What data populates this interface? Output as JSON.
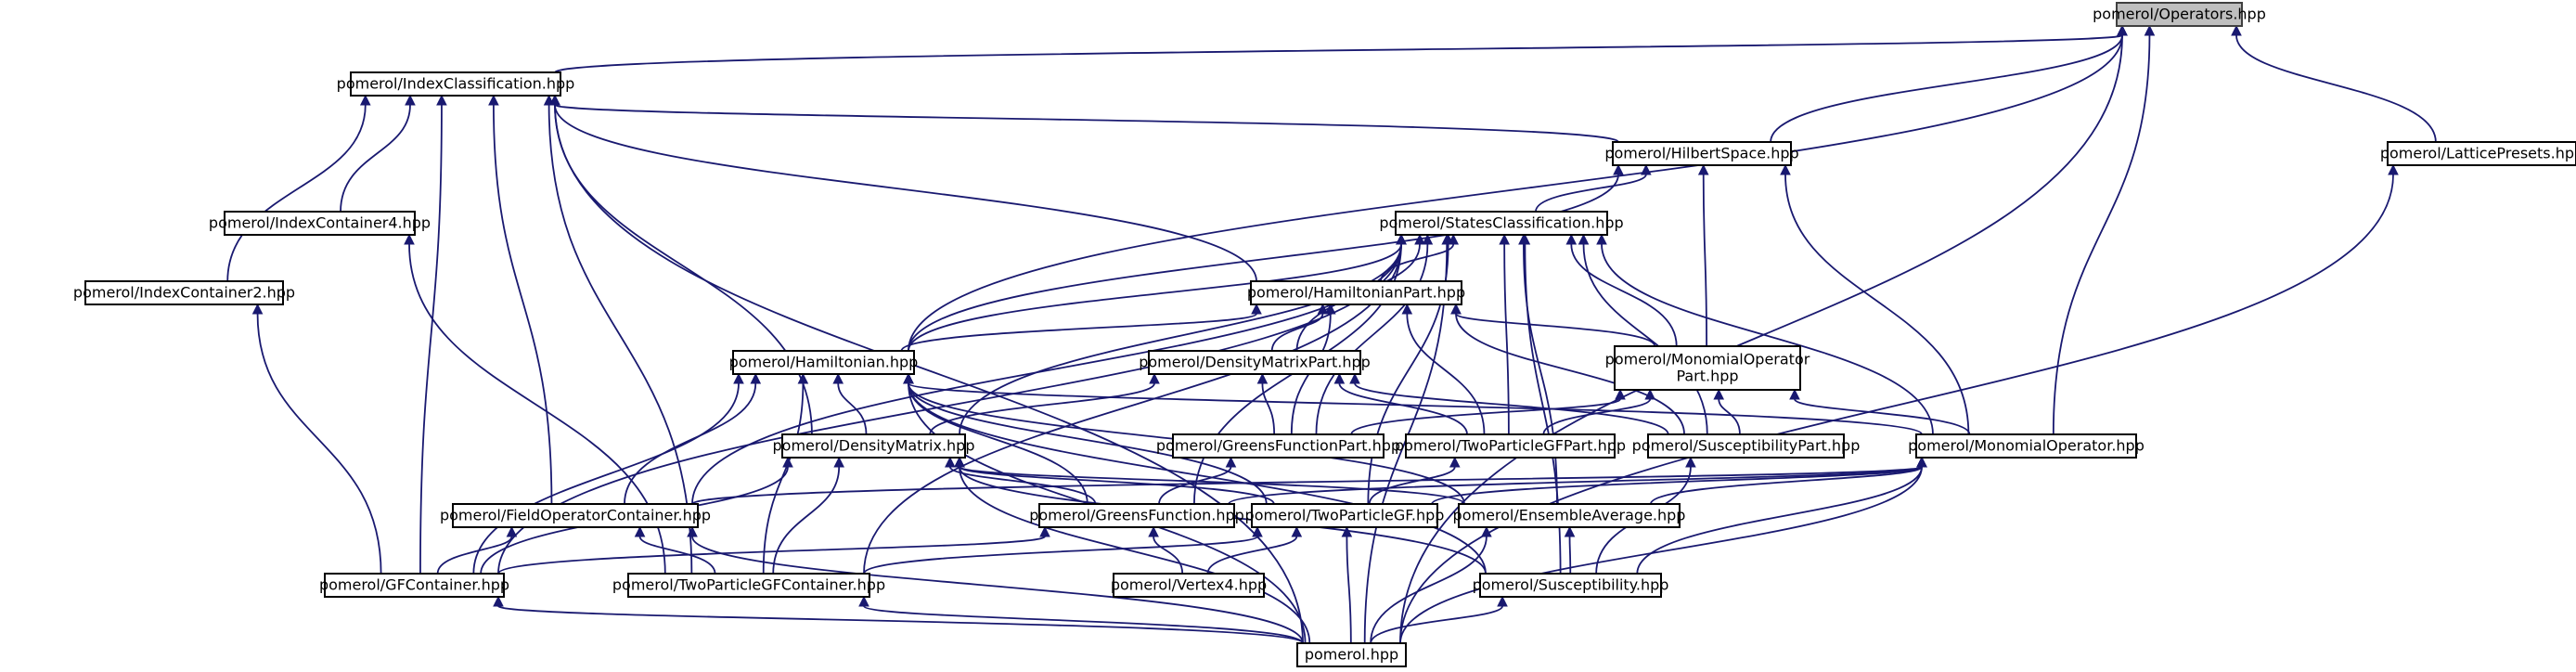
{
  "graph": {
    "edge_color": "#191970",
    "root_fill": "#bfbfbf",
    "nodes": {
      "operators": [
        "pomerol/Operators.hpp"
      ],
      "indexclassification": [
        "pomerol/IndexClassification.hpp"
      ],
      "hilbertspace": [
        "pomerol/HilbertSpace.hpp"
      ],
      "latticepresets": [
        "pomerol/LatticePresets.hpp"
      ],
      "statesclassification": [
        "pomerol/StatesClassification.hpp"
      ],
      "indexcontainer4": [
        "pomerol/IndexContainer4.hpp"
      ],
      "indexcontainer2": [
        "pomerol/IndexContainer2.hpp"
      ],
      "hamiltonianpart": [
        "pomerol/HamiltonianPart.hpp"
      ],
      "densitymatrixpart": [
        "pomerol/DensityMatrixPart.hpp"
      ],
      "monomialoperatorpart": [
        "pomerol/MonomialOperator",
        "Part.hpp"
      ],
      "hamiltonian": [
        "pomerol/Hamiltonian.hpp"
      ],
      "densitymatrix": [
        "pomerol/DensityMatrix.hpp"
      ],
      "greensfunctionpart": [
        "pomerol/GreensFunctionPart.hpp"
      ],
      "twoparticlegfpart": [
        "pomerol/TwoParticleGFPart.hpp"
      ],
      "susceptibilitypart": [
        "pomerol/SusceptibilityPart.hpp"
      ],
      "monomialoperator": [
        "pomerol/MonomialOperator.hpp"
      ],
      "fieldoperatorcontainer": [
        "pomerol/FieldOperatorContainer.hpp"
      ],
      "greensfunction": [
        "pomerol/GreensFunction.hpp"
      ],
      "twoparticlegf": [
        "pomerol/TwoParticleGF.hpp"
      ],
      "ensembleaverage": [
        "pomerol/EnsembleAverage.hpp"
      ],
      "gfcontainer": [
        "pomerol/GFContainer.hpp"
      ],
      "twoparticlegfcontainer": [
        "pomerol/TwoParticleGFContainer.hpp"
      ],
      "vertex4": [
        "pomerol/Vertex4.hpp"
      ],
      "susceptibility": [
        "pomerol/Susceptibility.hpp"
      ],
      "pomerol": [
        "pomerol.hpp"
      ]
    },
    "edges": [
      [
        "indexclassification",
        "operators"
      ],
      [
        "hilbertspace",
        "operators"
      ],
      [
        "latticepresets",
        "operators"
      ],
      [
        "hamiltonian",
        "operators"
      ],
      [
        "monomialoperator",
        "operators"
      ],
      [
        "pomerol",
        "operators"
      ],
      [
        "hilbertspace",
        "indexclassification"
      ],
      [
        "hamiltonianpart",
        "indexclassification"
      ],
      [
        "indexcontainer4",
        "indexclassification"
      ],
      [
        "indexcontainer2",
        "indexclassification"
      ],
      [
        "densitymatrix",
        "indexclassification"
      ],
      [
        "fieldoperatorcontainer",
        "indexclassification"
      ],
      [
        "twoparticlegfcontainer",
        "indexclassification"
      ],
      [
        "gfcontainer",
        "indexclassification"
      ],
      [
        "pomerol",
        "indexclassification"
      ],
      [
        "statesclassification",
        "hilbertspace"
      ],
      [
        "hamiltonian",
        "hilbertspace"
      ],
      [
        "monomialoperatorpart",
        "hilbertspace"
      ],
      [
        "monomialoperator",
        "hilbertspace"
      ],
      [
        "pomerol",
        "latticepresets"
      ],
      [
        "hamiltonianpart",
        "statesclassification"
      ],
      [
        "densitymatrixpart",
        "statesclassification"
      ],
      [
        "monomialoperatorpart",
        "statesclassification"
      ],
      [
        "hamiltonian",
        "statesclassification"
      ],
      [
        "densitymatrix",
        "statesclassification"
      ],
      [
        "greensfunctionpart",
        "statesclassification"
      ],
      [
        "twoparticlegfpart",
        "statesclassification"
      ],
      [
        "susceptibilitypart",
        "statesclassification"
      ],
      [
        "monomialoperator",
        "statesclassification"
      ],
      [
        "fieldoperatorcontainer",
        "statesclassification"
      ],
      [
        "greensfunction",
        "statesclassification"
      ],
      [
        "twoparticlegf",
        "statesclassification"
      ],
      [
        "ensembleaverage",
        "statesclassification"
      ],
      [
        "gfcontainer",
        "statesclassification"
      ],
      [
        "twoparticlegfcontainer",
        "statesclassification"
      ],
      [
        "susceptibility",
        "statesclassification"
      ],
      [
        "pomerol",
        "statesclassification"
      ],
      [
        "twoparticlegfcontainer",
        "indexcontainer4"
      ],
      [
        "gfcontainer",
        "indexcontainer2"
      ],
      [
        "hamiltonian",
        "hamiltonianpart"
      ],
      [
        "densitymatrixpart",
        "hamiltonianpart"
      ],
      [
        "monomialoperatorpart",
        "hamiltonianpart"
      ],
      [
        "greensfunctionpart",
        "hamiltonianpart"
      ],
      [
        "twoparticlegfpart",
        "hamiltonianpart"
      ],
      [
        "susceptibilitypart",
        "hamiltonianpart"
      ],
      [
        "densitymatrix",
        "densitymatrixpart"
      ],
      [
        "greensfunctionpart",
        "densitymatrixpart"
      ],
      [
        "twoparticlegfpart",
        "densitymatrixpart"
      ],
      [
        "susceptibilitypart",
        "densitymatrixpart"
      ],
      [
        "monomialoperator",
        "monomialoperatorpart"
      ],
      [
        "greensfunctionpart",
        "monomialoperatorpart"
      ],
      [
        "twoparticlegfpart",
        "monomialoperatorpart"
      ],
      [
        "susceptibilitypart",
        "monomialoperatorpart"
      ],
      [
        "densitymatrix",
        "hamiltonian"
      ],
      [
        "monomialoperator",
        "hamiltonian"
      ],
      [
        "fieldoperatorcontainer",
        "hamiltonian"
      ],
      [
        "greensfunction",
        "hamiltonian"
      ],
      [
        "twoparticlegf",
        "hamiltonian"
      ],
      [
        "ensembleaverage",
        "hamiltonian"
      ],
      [
        "gfcontainer",
        "hamiltonian"
      ],
      [
        "twoparticlegfcontainer",
        "hamiltonian"
      ],
      [
        "susceptibility",
        "hamiltonian"
      ],
      [
        "pomerol",
        "hamiltonian"
      ],
      [
        "greensfunction",
        "densitymatrix"
      ],
      [
        "twoparticlegf",
        "densitymatrix"
      ],
      [
        "ensembleaverage",
        "densitymatrix"
      ],
      [
        "gfcontainer",
        "densitymatrix"
      ],
      [
        "twoparticlegfcontainer",
        "densitymatrix"
      ],
      [
        "susceptibility",
        "densitymatrix"
      ],
      [
        "pomerol",
        "densitymatrix"
      ],
      [
        "greensfunction",
        "greensfunctionpart"
      ],
      [
        "twoparticlegf",
        "twoparticlegfpart"
      ],
      [
        "susceptibility",
        "susceptibilitypart"
      ],
      [
        "fieldoperatorcontainer",
        "monomialoperator"
      ],
      [
        "greensfunction",
        "monomialoperator"
      ],
      [
        "twoparticlegf",
        "monomialoperator"
      ],
      [
        "ensembleaverage",
        "monomialoperator"
      ],
      [
        "susceptibility",
        "monomialoperator"
      ],
      [
        "pomerol",
        "monomialoperator"
      ],
      [
        "gfcontainer",
        "fieldoperatorcontainer"
      ],
      [
        "twoparticlegfcontainer",
        "fieldoperatorcontainer"
      ],
      [
        "pomerol",
        "fieldoperatorcontainer"
      ],
      [
        "gfcontainer",
        "greensfunction"
      ],
      [
        "vertex4",
        "greensfunction"
      ],
      [
        "twoparticlegfcontainer",
        "twoparticlegf"
      ],
      [
        "vertex4",
        "twoparticlegf"
      ],
      [
        "pomerol",
        "twoparticlegf"
      ],
      [
        "susceptibility",
        "ensembleaverage"
      ],
      [
        "pomerol",
        "ensembleaverage"
      ],
      [
        "pomerol",
        "gfcontainer"
      ],
      [
        "pomerol",
        "twoparticlegfcontainer"
      ],
      [
        "pomerol",
        "susceptibility"
      ]
    ]
  }
}
